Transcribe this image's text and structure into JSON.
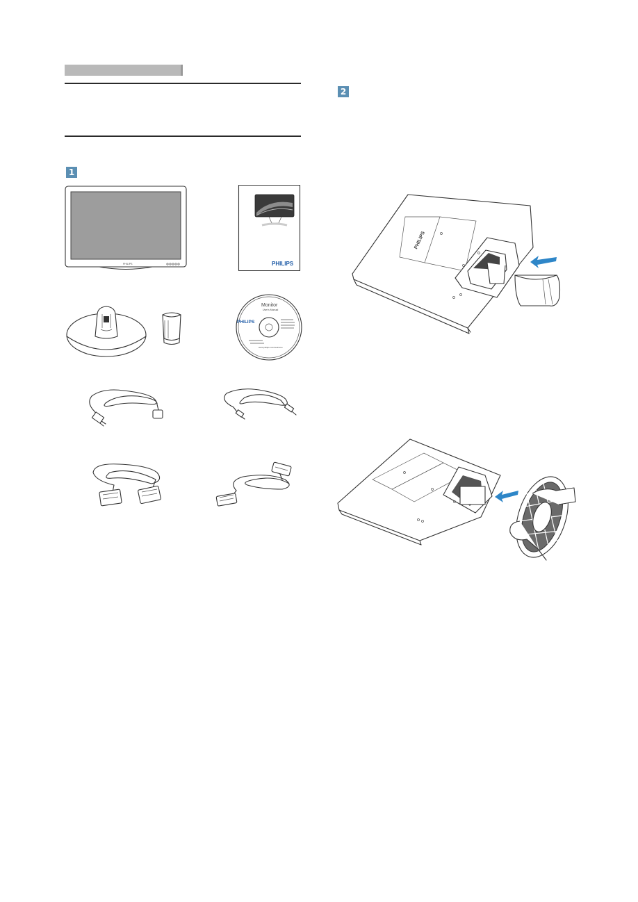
{
  "steps": {
    "step1_number": "1",
    "step2_number": "2"
  },
  "manual": {
    "brand": "PHILIPS"
  },
  "cd": {
    "title": "Monitor",
    "subtitle": "User's Manual",
    "brand": "PHILIPS",
    "url": "www.philips.com/welcome"
  },
  "colors": {
    "badge": "#5b8fb3",
    "arrow": "#2e86c8",
    "brand": "#1d5aa6",
    "screen": "#9d9d9d"
  },
  "icons": {
    "arrow": "blue-arrow-icon"
  }
}
